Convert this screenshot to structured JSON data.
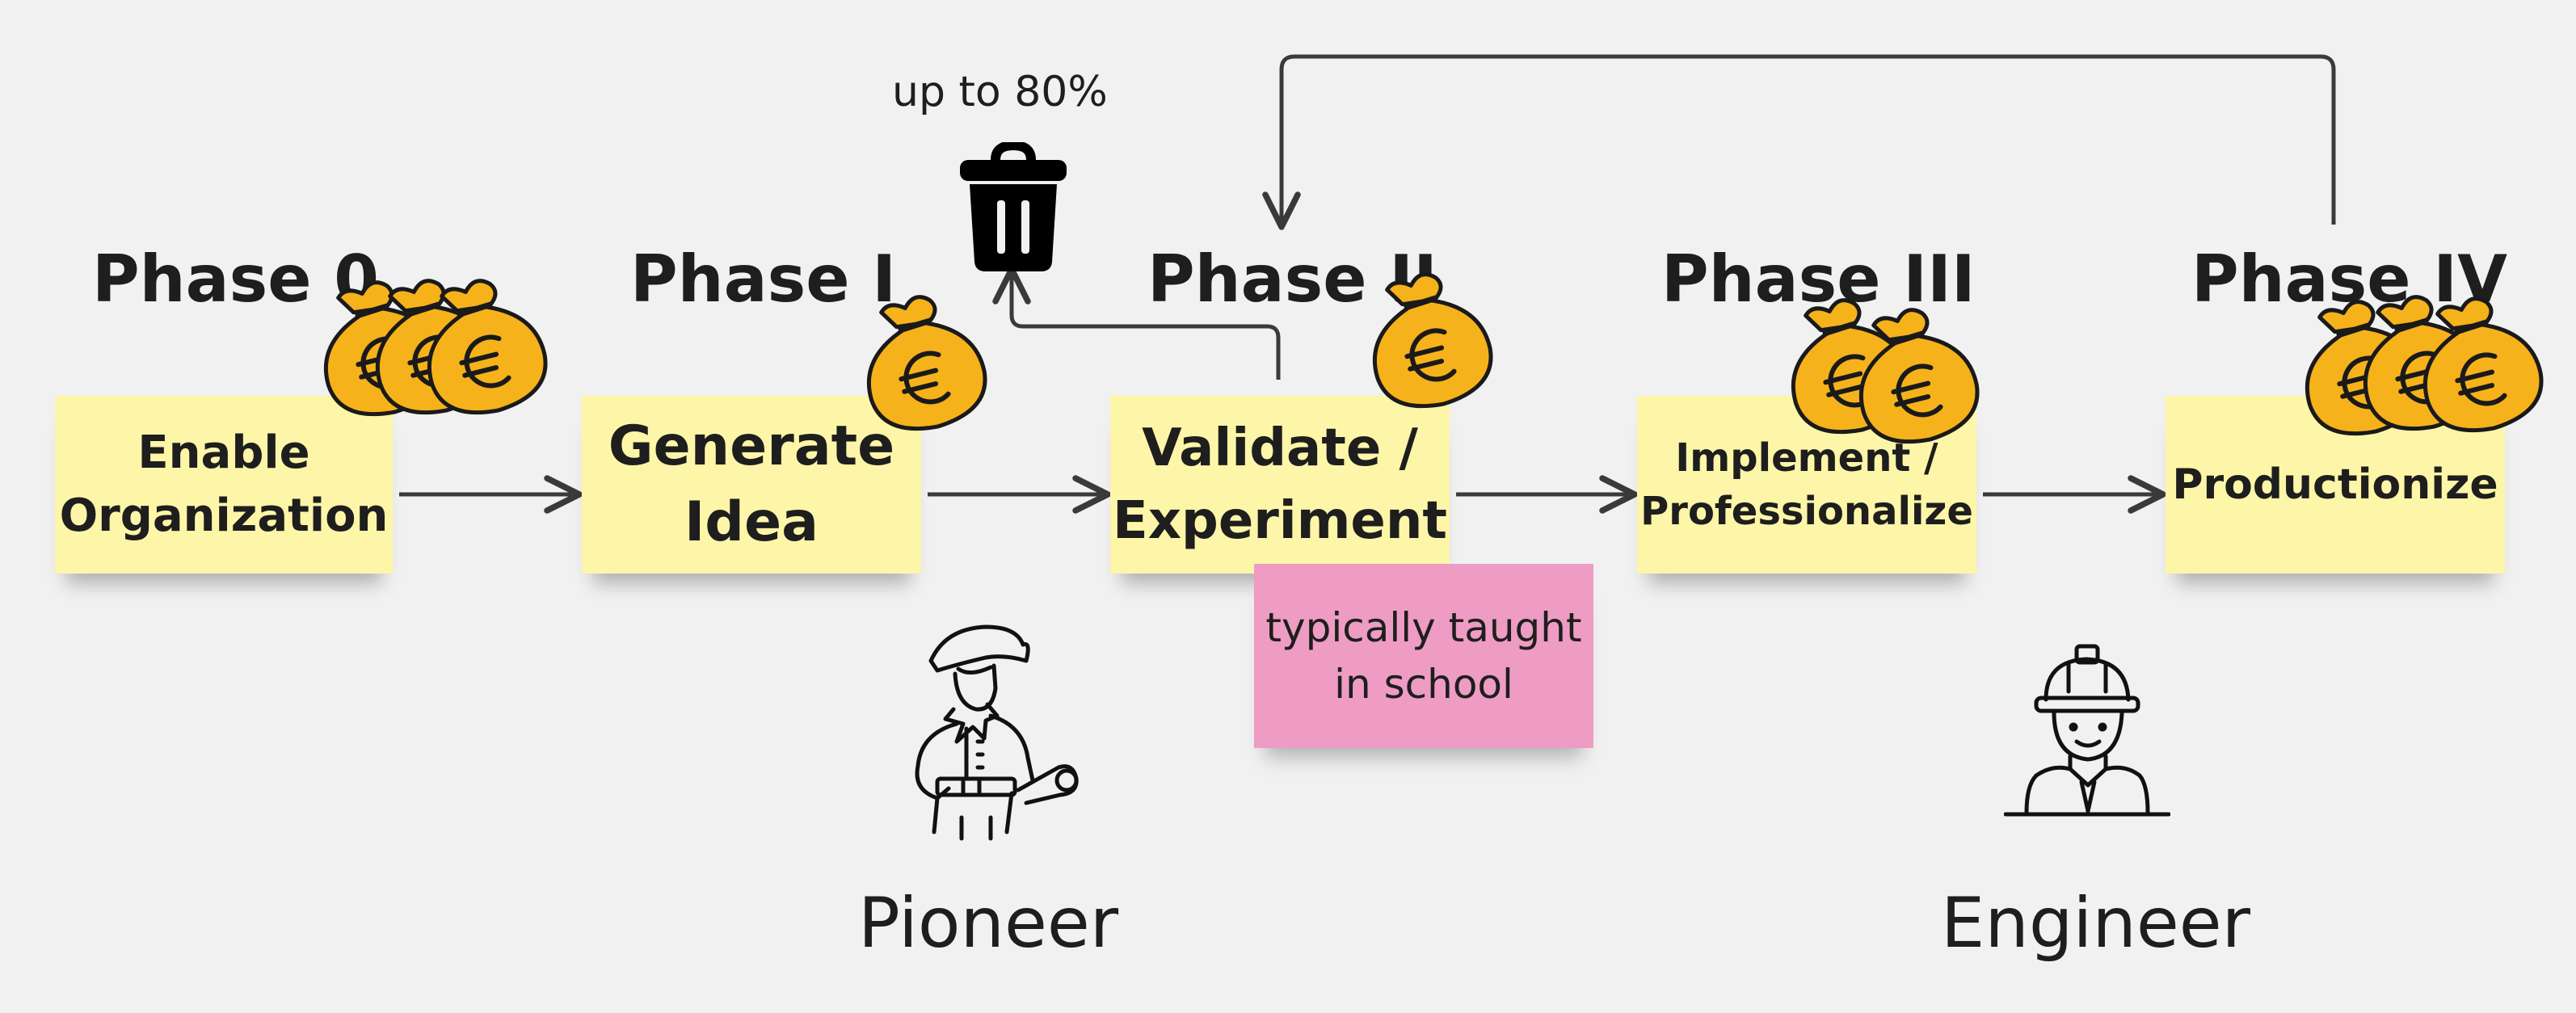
{
  "phases": [
    {
      "title": "Phase 0",
      "lines": [
        "Enable",
        "Organization"
      ],
      "money_bags": 3
    },
    {
      "title": "Phase I",
      "lines": [
        "Generate",
        "Idea"
      ],
      "money_bags": 1
    },
    {
      "title": "Phase II",
      "lines": [
        "Validate /",
        "Experiment"
      ],
      "money_bags": 1
    },
    {
      "title": "Phase III",
      "lines": [
        "Implement /",
        "Professionalize"
      ],
      "money_bags": 2
    },
    {
      "title": "Phase IV",
      "lines": [
        "Productionize"
      ],
      "money_bags": 3
    }
  ],
  "discard": {
    "label": "up to 80%",
    "icon": "trash-can-icon"
  },
  "school_note": {
    "lines": [
      "typically taught",
      "in school"
    ]
  },
  "roles": [
    {
      "label": "Pioneer",
      "icon": "pioneer-explorer-icon"
    },
    {
      "label": "Engineer",
      "icon": "engineer-hardhat-icon"
    }
  ],
  "money_icon": "euro-money-bag-icon",
  "colors": {
    "sticky": "#fdf6a8",
    "pink_note": "#ee9cc3",
    "money_bag": "#f6b21b",
    "ink": "#1e1e1e",
    "background": "#f1f1f1"
  }
}
